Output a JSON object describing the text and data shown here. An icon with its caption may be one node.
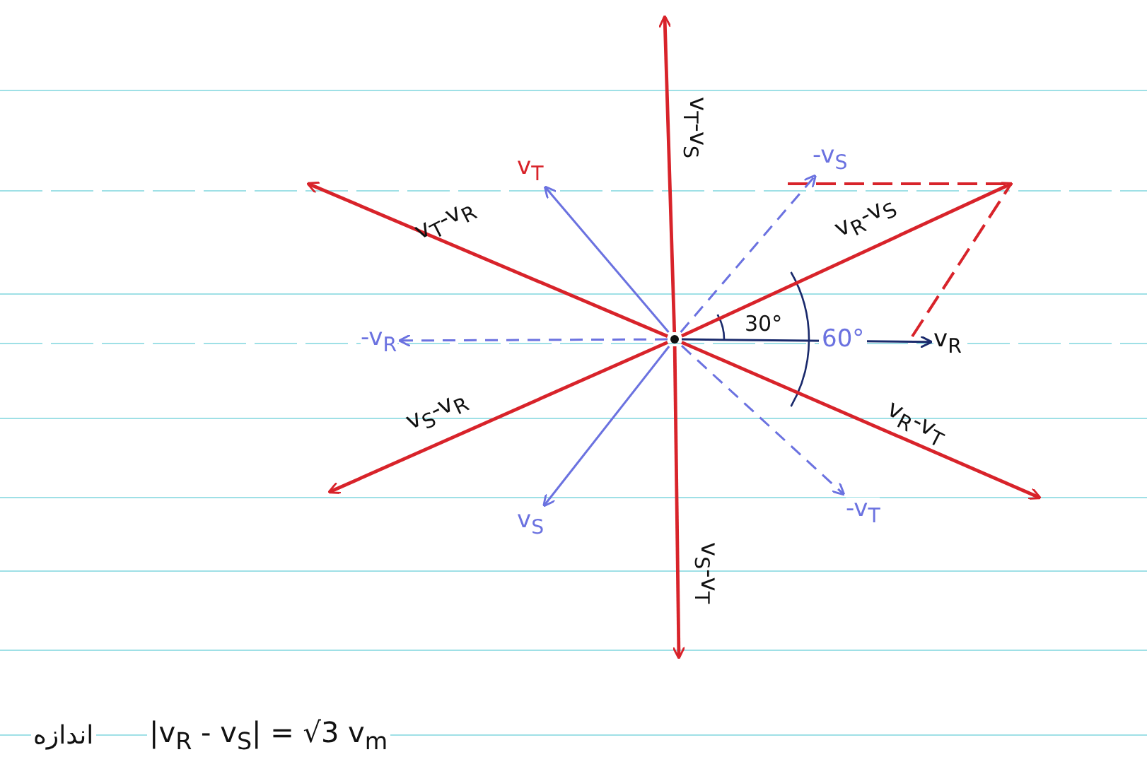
{
  "diagram": {
    "nodes": [
      {
        "text": [],
        "shape": "circle"
      },
      {
        "text": [
          "v$_{T}$"
        ]
      },
      {
        "text": [
          "-v$_{S}$"
        ]
      },
      {
        "text": [
          "-v$_{R}$"
        ]
      },
      {
        "text": [
          "v$_{R}$"
        ]
      },
      {
        "text": [
          "v$_{S}$"
        ]
      },
      {
        "text": [
          "-v$_{T}$"
        ]
      }
    ],
    "edges": [
      {
        "from": 0,
        "to": null,
        "arrow": "to",
        "label": "v$_{T}$-v$_{S}$",
        "color": "#d8232a"
      },
      {
        "from": 0,
        "to": 1,
        "arrow": "to",
        "color": "#6b72e0"
      },
      {
        "from": 0,
        "to": 2,
        "arrow": "to",
        "style": "dashed",
        "color": "#6b72e0"
      },
      {
        "from": 0,
        "to": null,
        "arrow": "to",
        "label": "v$_{T}$-v$_{R}$",
        "color": "#d8232a"
      },
      {
        "from": 0,
        "to": null,
        "arrow": "to",
        "label": "v$_{R}$-v$_{S}$",
        "color": "#d8232a"
      },
      {
        "from": 0,
        "to": 3,
        "arrow": "to",
        "style": "dashed",
        "color": "#6b72e0"
      },
      {
        "from": 0,
        "to": 4,
        "arrow": "to",
        "color": "#1a2a6c"
      },
      {
        "from": 0,
        "to": null,
        "arrow": "to",
        "label": "v$_{S}$-v$_{R}$",
        "color": "#d8232a"
      },
      {
        "from": 0,
        "to": null,
        "arrow": "to",
        "label": "v$_{R}$-v$_{T}$",
        "color": "#d8232a"
      },
      {
        "from": 0,
        "to": 5,
        "arrow": "to",
        "color": "#6b72e0"
      },
      {
        "from": 0,
        "to": 6,
        "arrow": "to",
        "style": "dashed",
        "color": "#6b72e0"
      },
      {
        "from": 0,
        "to": null,
        "arrow": "to",
        "label": "v$_{S}$-v$_{T}$",
        "color": "#d8232a"
      }
    ],
    "labels": [
      "30°",
      "60°",
      "اندازه",
      "|v$_{R}$ - v$_{S}$| = √3 v$_{m}$"
    ]
  }
}
